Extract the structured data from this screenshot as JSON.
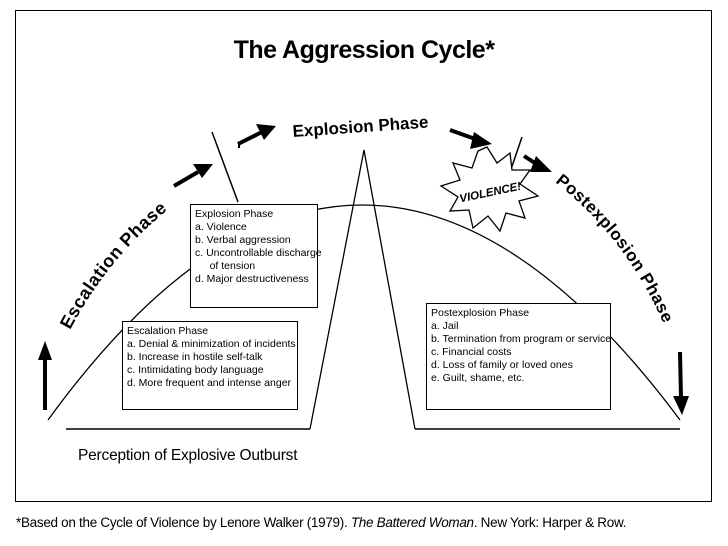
{
  "title": "The Aggression Cycle*",
  "phases": {
    "escalation": "Escalation Phase",
    "explosion": "Explosion Phase",
    "postexplosion": "Postexplosion Phase"
  },
  "violence_burst": "VIOLENCE!",
  "boxes": {
    "explosion": {
      "header": "Explosion Phase",
      "items": [
        "a.  Violence",
        "b.  Verbal aggression",
        "c.  Uncontrollable discharge",
        "     of tension",
        "d.  Major destructiveness"
      ]
    },
    "escalation": {
      "header": "Escalation Phase",
      "items": [
        "a.  Denial & minimization of incidents",
        "b.  Increase in hostile self-talk",
        "c.  Intimidating body language",
        "d.  More frequent and intense anger"
      ]
    },
    "postexplosion": {
      "header": "Postexplosion Phase",
      "items": [
        "a.  Jail",
        "b.  Termination from program or service",
        "c.  Financial costs",
        "d.  Loss of family or loved ones",
        "e.  Guilt, shame, etc."
      ]
    }
  },
  "baseline_label": "Perception of Explosive Outburst",
  "footnote": {
    "prefix": "*Based on the Cycle of Violence by Lenore Walker (1979). ",
    "book": "The Battered Woman",
    "suffix": ". New York: Harper & Row."
  }
}
